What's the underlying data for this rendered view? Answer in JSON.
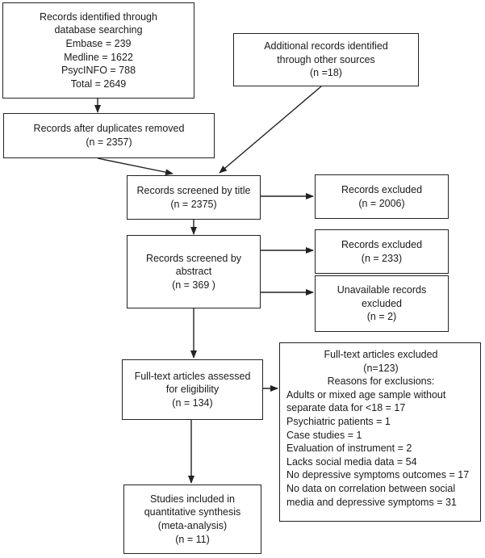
{
  "boxes": {
    "identified": [
      "Records identified through",
      "database searching",
      "Embase = 239",
      "Medline = 1622",
      "PsycINFO = 788",
      "Total = 2649"
    ],
    "additional": [
      "Additional records identified",
      "through other sources",
      "(n =18)"
    ],
    "after_duplicates": [
      "Records after duplicates removed",
      "(n = 2357)"
    ],
    "screened_title": [
      "Records screened by title",
      "(n = 2375)"
    ],
    "excluded_title": [
      "Records excluded",
      "(n = 2006)"
    ],
    "screened_abstract": [
      "Records screened by",
      "abstract",
      "(n = 369 )"
    ],
    "excluded_abstract": [
      "Records excluded",
      "(n = 233)"
    ],
    "unavailable": [
      "Unavailable records",
      "excluded",
      "(n = 2)"
    ],
    "fulltext_assessed": [
      "Full-text articles assessed",
      "for eligibility",
      "(n = 134)"
    ],
    "fulltext_excluded": {
      "header": [
        "Full-text articles excluded",
        "(n=123)",
        "Reasons for exclusions:"
      ],
      "reasons": [
        "Adults or mixed age sample without",
        "separate data for <18 = 17",
        "Psychiatric patients = 1",
        "Case studies = 1",
        "Evaluation of instrument = 2",
        "Lacks social media data = 54",
        "No depressive symptoms outcomes = 17",
        "No data on correlation between social",
        "media and depressive symptoms = 31"
      ]
    },
    "included": [
      "Studies included in",
      "quantitative synthesis",
      "(meta-analysis)",
      "(n = 11)"
    ]
  }
}
